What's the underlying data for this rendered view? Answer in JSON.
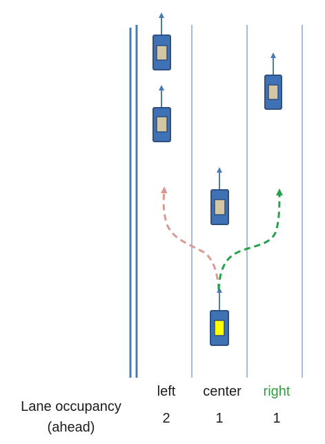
{
  "lanes": [
    {
      "id": "left",
      "label": "left",
      "count": "2",
      "label_color": "#1a1a1a"
    },
    {
      "id": "center",
      "label": "center",
      "count": "1",
      "label_color": "#1a1a1a"
    },
    {
      "id": "right",
      "label": "right",
      "count": "1",
      "label_color": "#2e9e3e"
    }
  ],
  "row_label_line1": "Lane occupancy",
  "row_label_line2": "(ahead)",
  "colors": {
    "road_line": "#4a78b8",
    "car_body": "#3f72b4",
    "car_border": "#2d4f82",
    "car_window": "#d2c6a4",
    "ego_window": "#ffff00",
    "arrow": "#4a78b8",
    "left_path": "#d99a92",
    "right_path": "#22a24a"
  }
}
